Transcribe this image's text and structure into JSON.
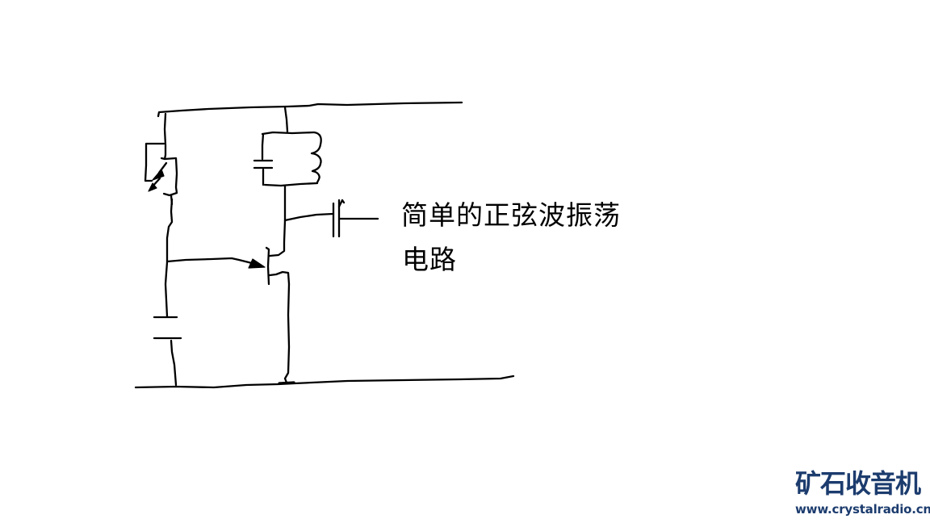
{
  "page": {
    "background_color": "#ffffff"
  },
  "caption": {
    "line1": "简单的正弦波振荡",
    "line2": "电路",
    "color": "#000000"
  },
  "watermark": {
    "title": "矿石收音机",
    "url": "www.crystalradio.cn",
    "color": "#1c3c6e"
  },
  "drawing": {
    "ink_color": "#000000",
    "style": "freehand-mouse-sketch",
    "subject": "simple sine wave oscillator circuit schematic",
    "components": [
      "top-supply-rail-wire",
      "transistor-symbol-left",
      "emitter-arrows",
      "lc-tank-parallel-capacitor-and-coil",
      "inductor-coil",
      "tank-capacitor",
      "coupling-capacitor",
      "fet-transistor-with-gate-arrow",
      "battery-cell",
      "bottom-ground-rail-wire"
    ]
  }
}
